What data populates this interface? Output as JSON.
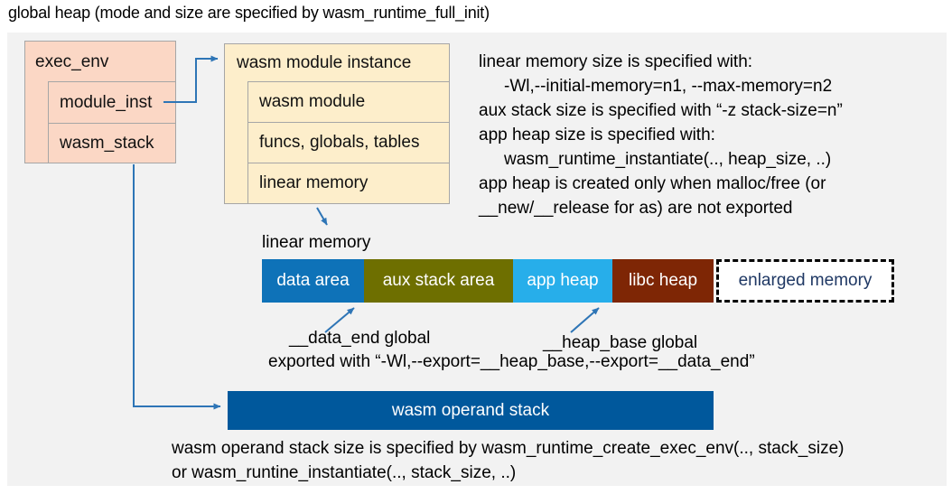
{
  "title": "global heap (mode and size are specified by wasm_runtime_full_init)",
  "colors": {
    "canvas_bg": "#F2F2F2",
    "exec_env_fill": "#FBD7C5",
    "module_instance_fill": "#FDEECB",
    "box_border": "#A6A6A6",
    "arrow": "#2E75B6",
    "data_area": "#0E72B8",
    "aux_stack_area": "#6E6F00",
    "app_heap": "#27AEEA",
    "libc_heap": "#7E2605",
    "operand_stack": "#00589C",
    "enlarged_memory_text": "#1F3864"
  },
  "exec_env": {
    "title": "exec_env",
    "fields": [
      {
        "label": "module_inst"
      },
      {
        "label": "wasm_stack"
      }
    ]
  },
  "module_instance": {
    "title": "wasm module instance",
    "fields": [
      {
        "label": "wasm module"
      },
      {
        "label": "funcs, globals, tables"
      },
      {
        "label": "linear memory"
      }
    ]
  },
  "notes_right": {
    "lines": [
      "linear memory size is specified with:",
      "-Wl,--initial-memory=n1, --max-memory=n2",
      "aux stack size is specified with “-z stack-size=n”",
      "app heap size is specified with:",
      "wasm_runtime_instantiate(.., heap_size, ..)",
      "app heap is created only when malloc/free (or",
      "__new/__release for as) are not exported"
    ]
  },
  "linear_memory": {
    "label": "linear memory",
    "segments": [
      {
        "label": "data area"
      },
      {
        "label": "aux stack area"
      },
      {
        "label": "app heap"
      },
      {
        "label": "libc heap"
      },
      {
        "label": "enlarged memory"
      }
    ],
    "data_end_label": "__data_end global",
    "heap_base_label": "__heap_base global",
    "export_note": "exported with “-Wl,--export=__heap_base,--export=__data_end”"
  },
  "operand_stack": {
    "label": "wasm operand stack",
    "note_lines": [
      "wasm operand stack size is specified by wasm_runtime_create_exec_env(.., stack_size)",
      "or wasm_runtine_instantiate(.., stack_size, ..)"
    ]
  }
}
